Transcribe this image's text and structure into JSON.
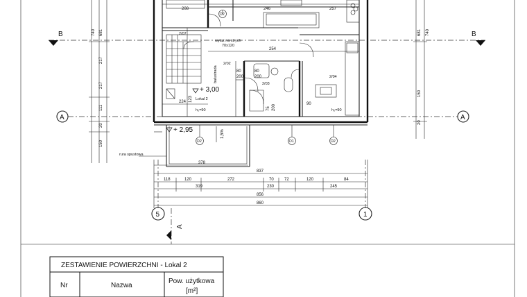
{
  "plan": {
    "section_label": "B",
    "axis_label_a": "A",
    "axis_bottom_left": "5",
    "axis_bottom_right": "1",
    "view_arrow_label": "A",
    "level_upper": "+ 3,00",
    "level_lower": "+ 2,95",
    "unit_name": "Lokal 2",
    "slope": "1,5%",
    "downpipe_note": "rura spustowa",
    "roof_exit_note": "wyłaz na strych",
    "roof_exit_dims": "70x120",
    "stair_note": "balustrada",
    "rooms": [
      "2/07",
      "2/02",
      "2/03",
      "2/04"
    ],
    "window_heights": [
      "h₂=90",
      "h₂=90"
    ],
    "window_tags": [
      "O2",
      "O2",
      "O1",
      "O2"
    ],
    "top_dims": [
      "208",
      "246",
      "257",
      "254"
    ],
    "left_dims": [
      "740",
      "681",
      "217",
      "217",
      "111",
      "20",
      "150"
    ],
    "right_dims": [
      "740",
      "681",
      "150",
      "20"
    ],
    "interior_dims": [
      "80",
      "200",
      "80",
      "200",
      "75",
      "200",
      "224",
      "123",
      "90"
    ],
    "dim_row_1": [
      "378"
    ],
    "dim_row_2": [
      "837"
    ],
    "dim_row_3": [
      "118",
      "120",
      "272",
      "70",
      "72",
      "120",
      "84"
    ],
    "dim_row_4": [
      "319",
      "230",
      "245"
    ],
    "dim_row_5": [
      "856"
    ],
    "dim_row_6": [
      "860"
    ]
  },
  "table": {
    "title": "ZESTAWIENIE POWIERZCHNI - Lokal 2",
    "col_nr": "Nr",
    "col_name": "Nazwa",
    "col_area_line1": "Pow. użytkowa",
    "col_area_line2": "[m²]"
  }
}
